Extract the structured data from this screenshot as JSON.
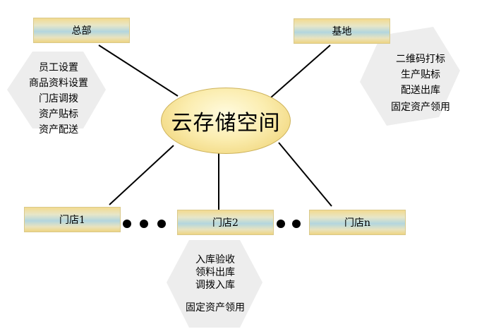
{
  "hub": {
    "label": "云存储空间"
  },
  "nodes": {
    "hq": {
      "label": "总部"
    },
    "base": {
      "label": "基地"
    },
    "store1": {
      "label": "门店1"
    },
    "store2": {
      "label": "门店2"
    },
    "storen": {
      "label": "门店n"
    }
  },
  "hq_functions": [
    "员工设置",
    "商品资料设置",
    "门店调拨",
    "资产贴标",
    "资产配送"
  ],
  "base_functions": [
    "二维码打标",
    "生产贴标",
    "配送出库",
    "固定资产领用"
  ],
  "store2_functions": [
    "入库验收",
    "领料出库",
    "调拨入库",
    "固定资产领用"
  ],
  "colors": {
    "hexagon": "#ededed",
    "line": "#000000",
    "hub_border": "#cdb25a"
  }
}
